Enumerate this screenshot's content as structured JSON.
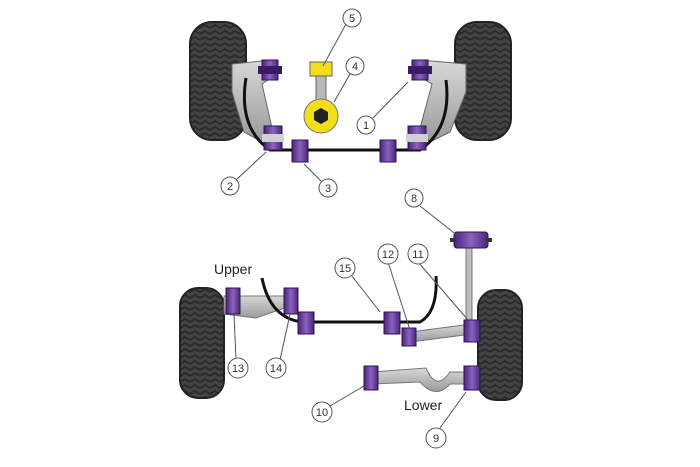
{
  "labels": {
    "upper": "Upper",
    "lower": "Lower"
  },
  "callouts": {
    "c1": "1",
    "c2": "2",
    "c3": "3",
    "c4": "4",
    "c5": "5",
    "c8": "8",
    "c9": "9",
    "c10": "10",
    "c11": "11",
    "c12": "12",
    "c13": "13",
    "c14": "14",
    "c15": "15"
  },
  "colors": {
    "bushing_purple": "#5b2d8c",
    "bushing_purple_light": "#8a63bf",
    "tyre_dark": "#2f2f2f",
    "arm_grey": "#b4b4b4",
    "mount_yellow": "#f2df1a"
  }
}
